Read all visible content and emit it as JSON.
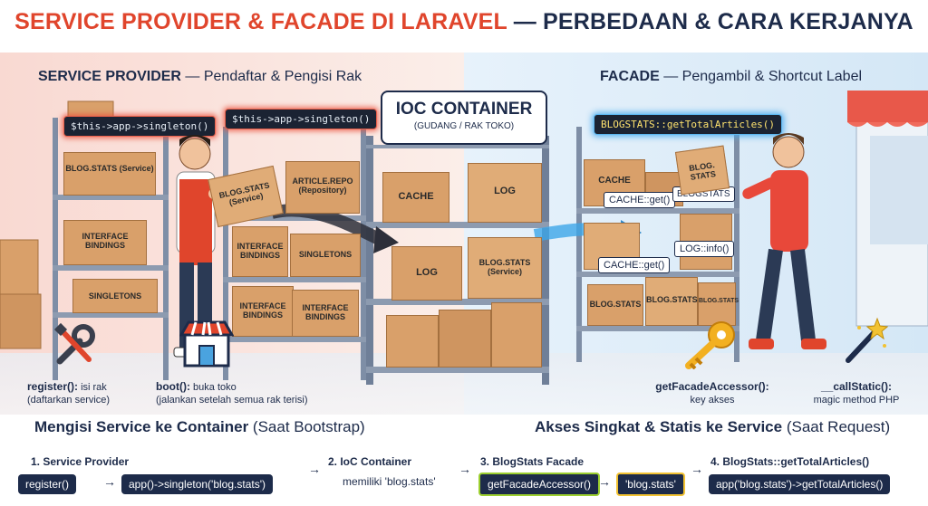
{
  "title": {
    "part1": "SERVICE PROVIDER & FACADE DI LARAVEL",
    "part2": " — PERBEDAAN & CARA KERJANYA"
  },
  "left": {
    "heading_bold": "SERVICE PROVIDER",
    "heading_rest": " — Pendaftar & Pengisi Rak",
    "code1": "$this->app->singleton()",
    "code2": "$this->app->singleton()",
    "boxes": {
      "blog_stats": "BLOG.STATS (Service)",
      "interface_bindings": "INTERFACE BINDINGS",
      "singletons": "SINGLETONS",
      "held_box": "BLOG.STATS (Service)",
      "article_repo": "ARTICLE.REPO (Repository)",
      "interface_bindings_2": "INTERFACE BINDINGS",
      "singletons_2": "SINGLETONS",
      "interface_bindings_3": "INTERFACE BINDINGS",
      "interface_bindings_4": "INTERFACE BINDINGS"
    },
    "notes": {
      "register_bold": "register():",
      "register_rest": " isi rak",
      "register_sub": "(daftarkan service)",
      "boot_bold": "boot():",
      "boot_rest": " buka toko",
      "boot_sub": "(jalankan setelah semua rak terisi)"
    }
  },
  "center": {
    "ioc_title": "IOC CONTAINER",
    "ioc_sub": "(GUDANG / RAK TOKO)",
    "boxes": {
      "cache": "CACHE",
      "log": "LOG",
      "log2": "LOG",
      "blog_stats": "BLOG.STATS (Service)"
    }
  },
  "right": {
    "heading_bold": "FACADE",
    "heading_rest": " — Pengambil & Shortcut Label",
    "code": "BLOGSTATS::getTotalArticles()",
    "boxes": {
      "cache": "CACHE",
      "held_box": "BLOG. STATS",
      "blog_stats_1": "BLOG.STATS",
      "blog_stats_2": "BLOG.STATS",
      "blog_stats_3": "BLOG.STATS"
    },
    "labels": {
      "cache_get_1": "CACHE::get()",
      "blogstats_tag": "BLOGSTATS",
      "log_info": "LOG::info()",
      "cache_get_2": "CACHE::get()"
    },
    "notes": {
      "accessor_bold": "getFacadeAccessor():",
      "accessor_sub": "key akses",
      "callstatic_bold": "__callStatic():",
      "callstatic_sub": "magic method PHP"
    }
  },
  "bottom": {
    "left_heading_bold": "Mengisi Service ke Container",
    "left_heading_rest": " (Saat Bootstrap)",
    "right_heading_bold": "Akses Singkat & Statis ke Service",
    "right_heading_rest": " (Saat Request)",
    "step1_label": "1. Service Provider",
    "step1_pill_a": "register()",
    "step1_pill_b": "app()->singleton('blog.stats')",
    "step2_label": "2. IoC Container",
    "step2_sub": "memiliki 'blog.stats'",
    "step3_label": "3. BlogStats Facade",
    "step3_pill_a": "getFacadeAccessor()",
    "step3_pill_b": "'blog.stats'",
    "step4_label": "4. BlogStats::getTotalArticles()",
    "step4_pill": "app('blog.stats')->getTotalArticles()"
  },
  "arrows": {
    "a1": "→",
    "a2": "→",
    "a3": "→",
    "a4": "→"
  },
  "colors": {
    "accent_red": "#e0452c",
    "navy": "#1d2b4a",
    "box_tan": "#d9a06a",
    "shelf": "#7e8ea6",
    "left_bg": "#fbe3dd",
    "right_bg": "#dcebf7"
  },
  "icons": [
    "wrench-screwdriver-icon",
    "shop-icon",
    "key-icon",
    "magic-wand-icon"
  ]
}
